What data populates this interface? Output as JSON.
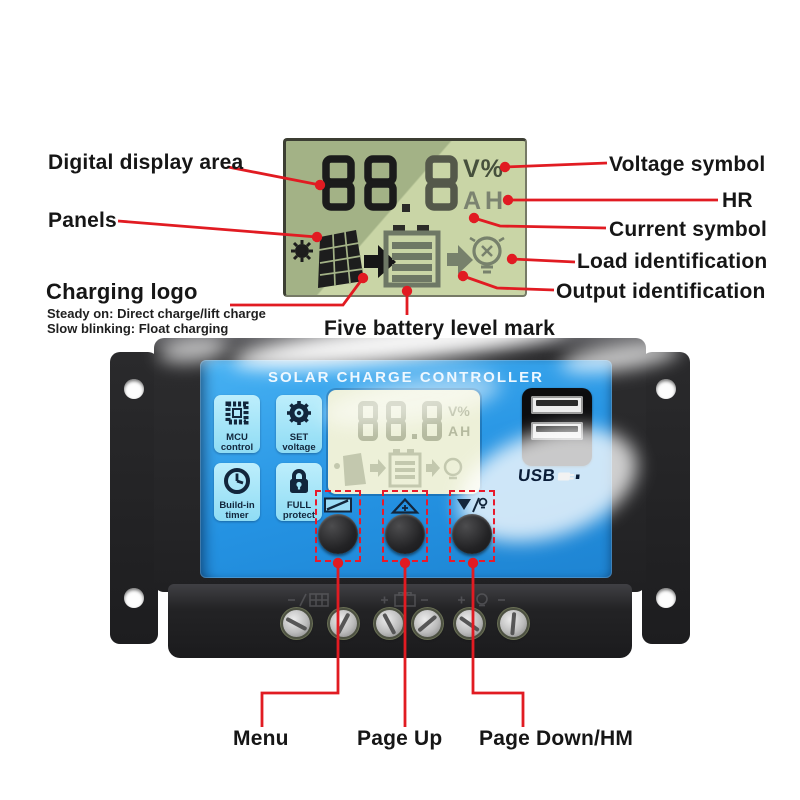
{
  "closeup_display": {
    "value": "88.8",
    "voltage_unit": "V%",
    "current_unit": "AH"
  },
  "callouts": {
    "digital_display_area": "Digital display area",
    "panels": "Panels",
    "charging_logo": "Charging logo",
    "charging_logo_note1": "Steady on: Direct charge/lift charge",
    "charging_logo_note2": "Slow blinking: Float charging",
    "five_battery_level": "Five battery level mark",
    "voltage_symbol": "Voltage symbol",
    "hr": "HR",
    "current_symbol": "Current symbol",
    "load_identification": "Load identification",
    "output_identification": "Output identification",
    "menu": "Menu",
    "page_up": "Page Up",
    "page_down": "Page Down/HM"
  },
  "device": {
    "title": "SOLAR CHARGE CONTROLLER",
    "function_tiles": [
      {
        "icon": "mcu-chip-icon",
        "line1": "MCU",
        "line2": "control"
      },
      {
        "icon": "set-voltage-gear-icon",
        "line1": "SET",
        "line2": "voltage"
      },
      {
        "icon": "builtin-timer-clock-icon",
        "line1": "Build-in",
        "line2": "timer"
      },
      {
        "icon": "full-protect-lock-icon",
        "line1": "FULL",
        "line2": "protect"
      }
    ],
    "lcd": {
      "value": "88.8",
      "voltage_unit": "V%",
      "current_unit": "AH"
    },
    "usb_label": "USB",
    "usb_port_count": 2,
    "buttons": [
      {
        "icon": "screen-menu-icon",
        "function": "Menu"
      },
      {
        "icon": "arrow-up-icon",
        "function": "Page Up"
      },
      {
        "icon": "arrow-down-bulb-icon",
        "function": "Page Down/HM"
      }
    ],
    "terminal_screw_count": 6
  },
  "colors": {
    "annotation_red": "#e11b22",
    "panel_blue": "#2a97e4",
    "tile_light_blue": "#9fe2f6",
    "lcd_green_dark": "#a3b286",
    "lcd_green_light": "#c9d5a6",
    "device_lcd_pale": "#edf0d8"
  }
}
